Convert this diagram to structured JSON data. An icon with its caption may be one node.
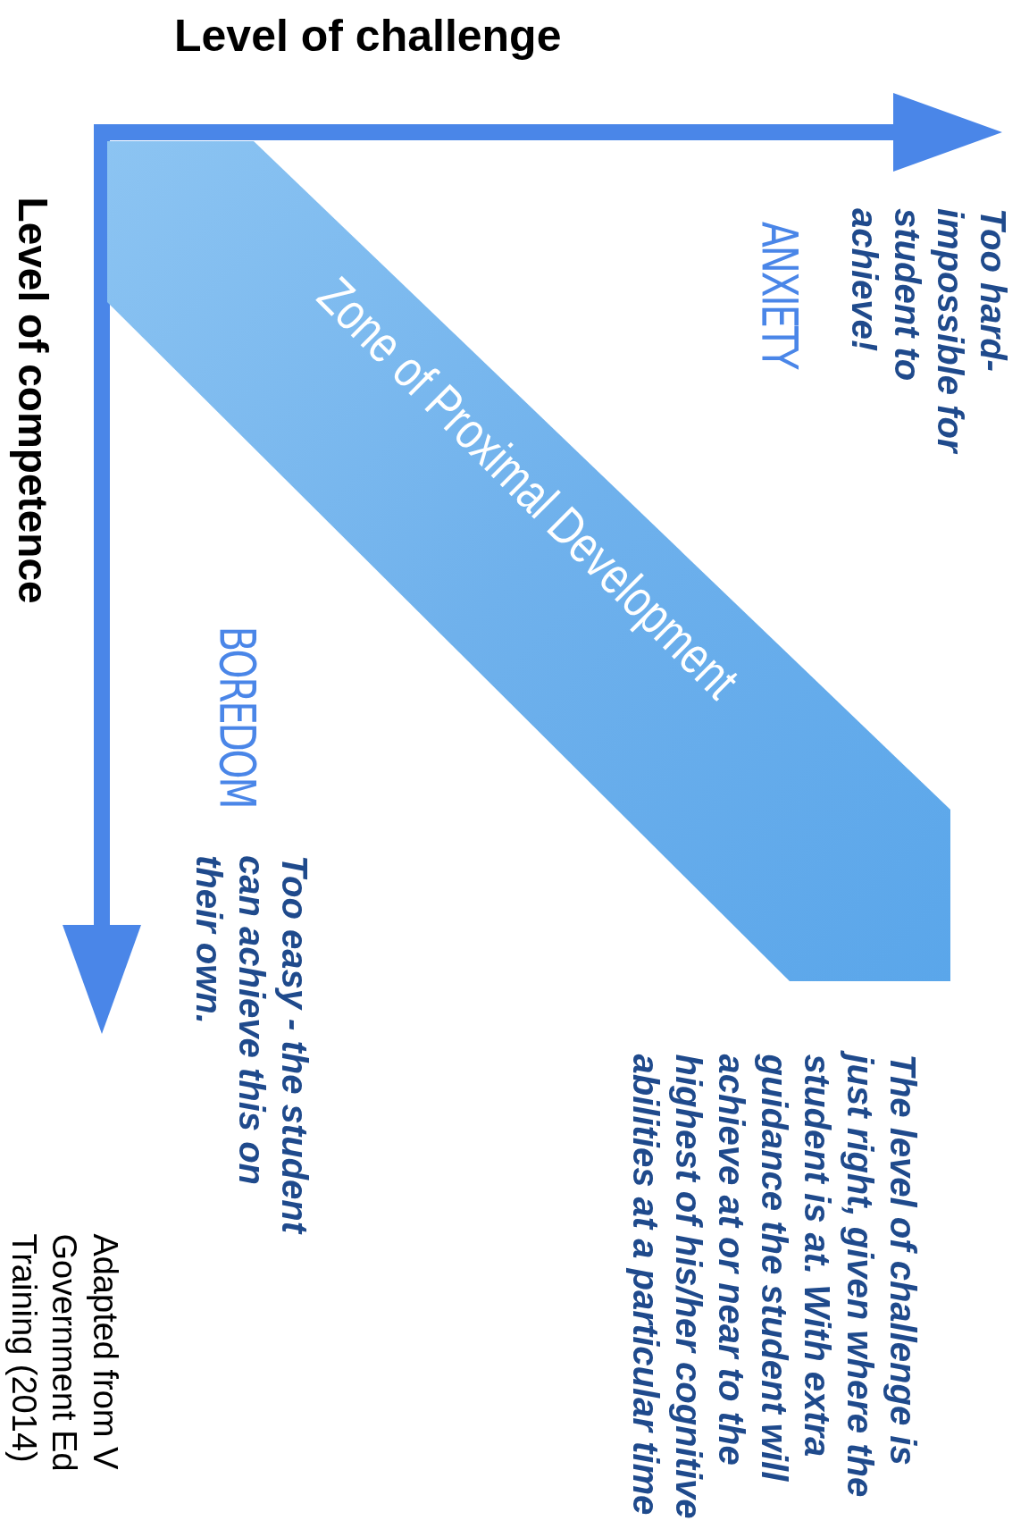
{
  "diagram": {
    "caption": "Adapted from V Government Ed Training (2014)",
    "nodes": [
      {
        "text": [
          "Zone of Proximal Development"
        ]
      }
    ],
    "labels": [
      "Level of challenge",
      "Level of competence",
      "ANXIETY",
      "Too hard- impossible for student to achieve!",
      "BOREDOM",
      "Too easy - the student can achieve this on their own.",
      "The level of challenge is just right, given where the student is at. With extra guidance the student will achieve at or near to the highest of his/her cognitive abilities at a particular time"
    ]
  }
}
